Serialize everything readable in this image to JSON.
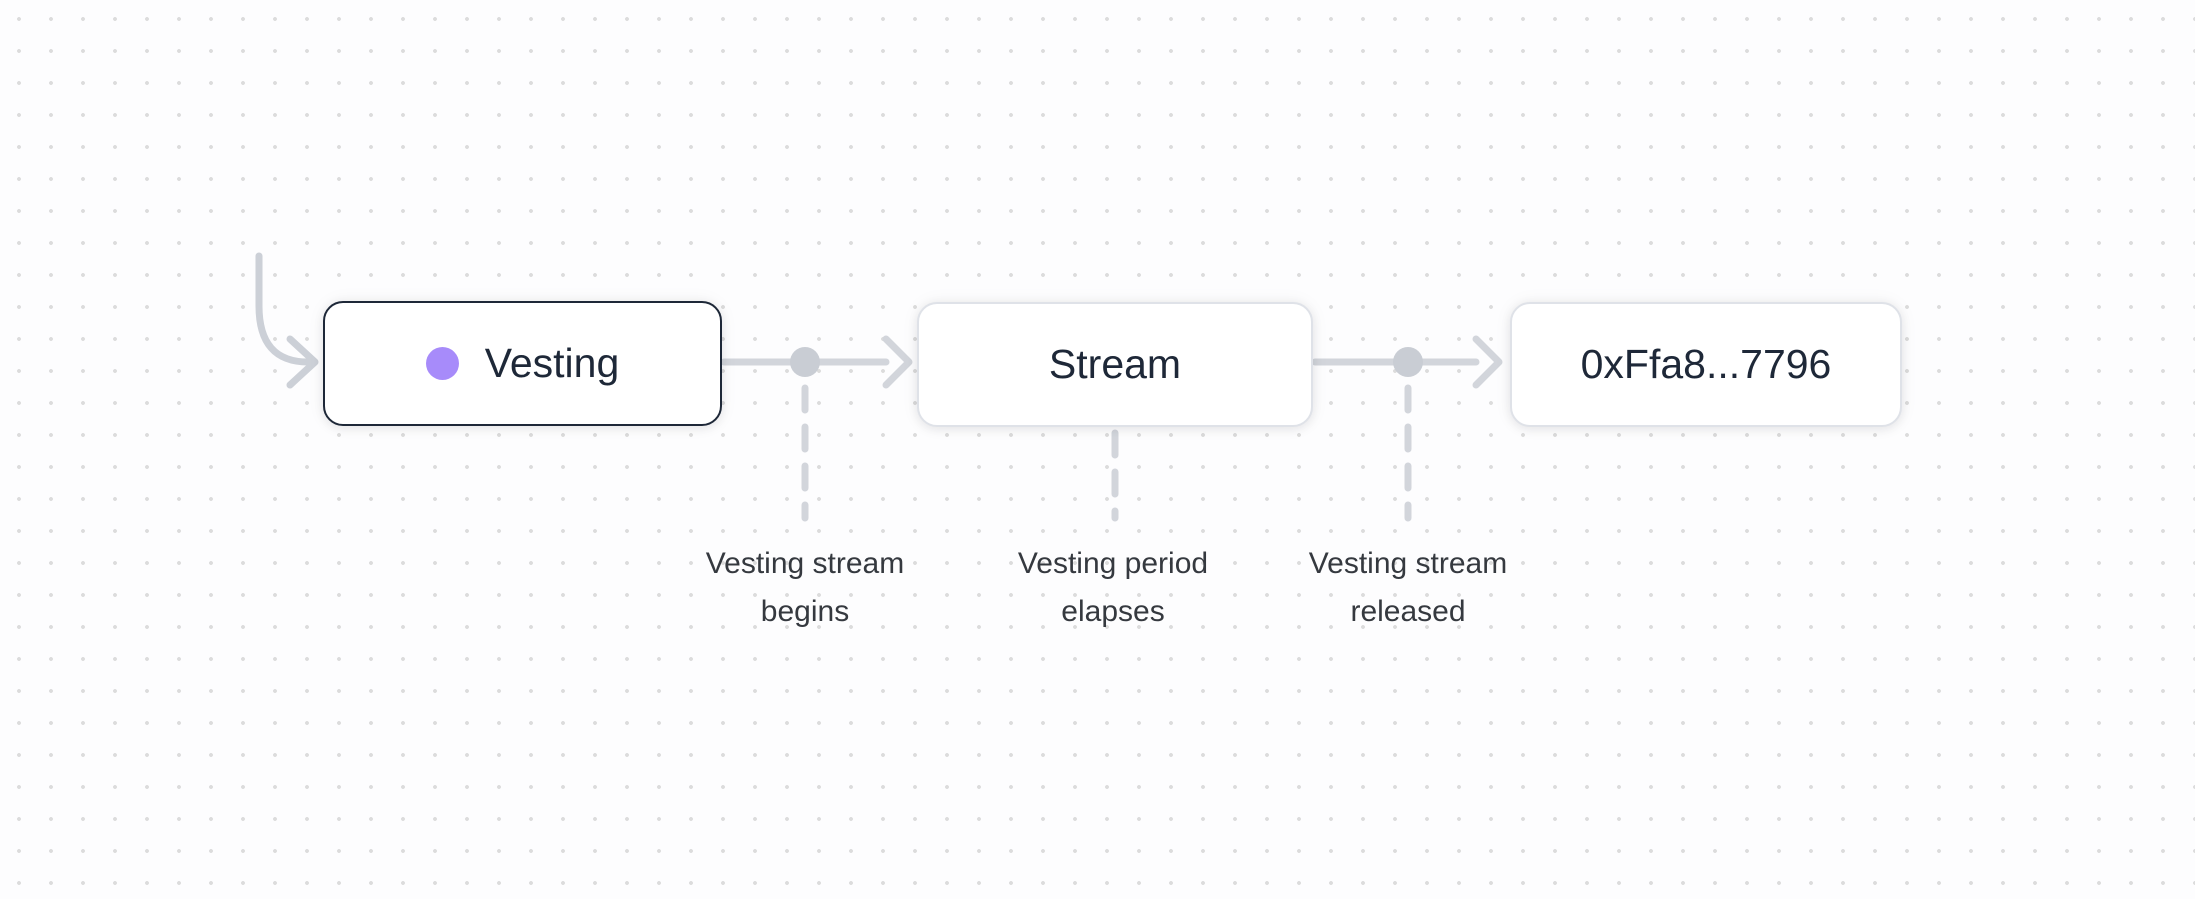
{
  "diagram": {
    "nodes": [
      {
        "label": "Vesting",
        "type": "contract",
        "has_status_dot": true
      },
      {
        "label": "Stream",
        "type": "entity",
        "has_status_dot": false
      },
      {
        "label": "0xFfa8...7796",
        "type": "address",
        "has_status_dot": false
      }
    ],
    "edge_labels": [
      {
        "line1": "Vesting stream",
        "line2": "begins"
      },
      {
        "line1": "Vesting period",
        "line2": "elapses"
      },
      {
        "line1": "Vesting stream",
        "line2": "released"
      }
    ],
    "colors": {
      "canvas_background": "#fdfdfe",
      "grid_dot": "#dcdcdc",
      "accent_purple": "#a78bfa",
      "node_dark_border": "#1e2838",
      "node_light_border": "#dfe2e8",
      "node_text": "#1e2838",
      "connector_gray": "#d2d5db",
      "event_dot_gray": "#c9cdd4",
      "label_text": "#35393f"
    }
  }
}
